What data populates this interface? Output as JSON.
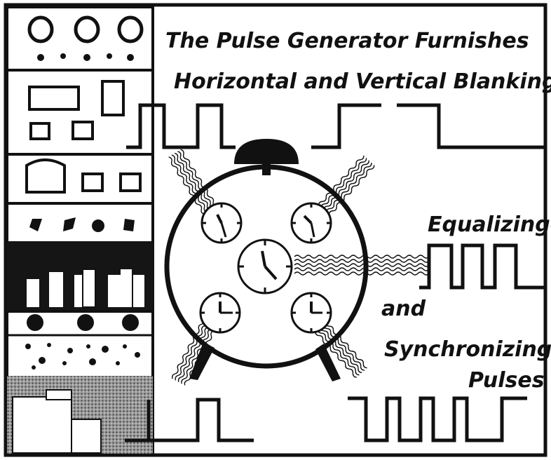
{
  "captions": {
    "line1": "The Pulse Generator Furnishes",
    "line2": "Horizontal and Vertical Blanking-",
    "equalizing": "Equalizing-",
    "and": "and",
    "synchronizing": "Synchronizing",
    "pulses": "Pulses"
  },
  "colors": {
    "ink": "#111111",
    "paper": "#ffffff",
    "gray": "#777777"
  },
  "icons": {
    "generator": "clock-timer-icon",
    "clocks": "clock-face-icon",
    "rack": "equipment-rack-icon"
  }
}
